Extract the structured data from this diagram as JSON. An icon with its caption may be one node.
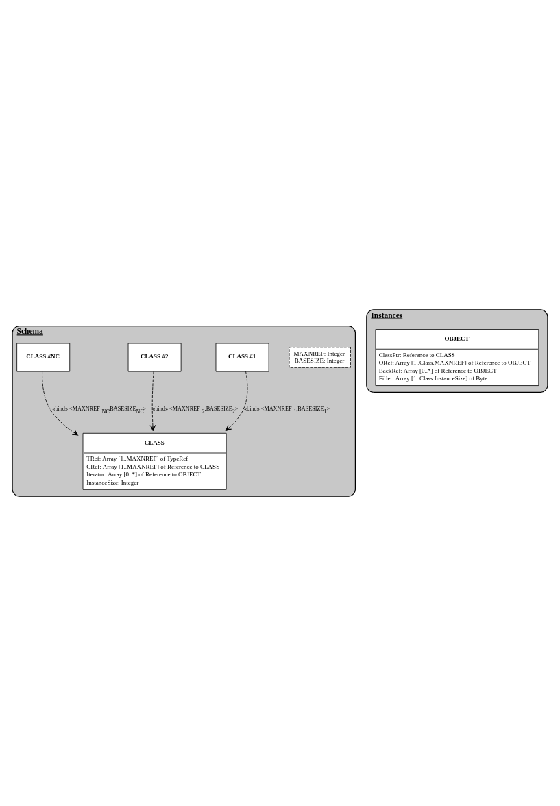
{
  "diagram": {
    "nodes": [
      {
        "text": [
          "Schema"
        ]
      },
      {
        "text": [
          "CLASS",
          "TRef: Array [1..MAXNREF] of TypeRef",
          "CRef: Array [1..MAXNREF] of Reference to CLASS",
          "Iterator: Array [0..*] of Reference to OBJECT",
          "InstanceSize: Integer"
        ],
        "in": 0
      },
      {
        "text": [
          "MAXNREF: Integer",
          "BASESIZE: Integer"
        ],
        "in": 0
      },
      {
        "text": [
          "CLASS #1"
        ],
        "in": 0
      },
      {
        "text": [
          "CLASS #2"
        ],
        "in": 0
      },
      {
        "text": [
          "CLASS #NC"
        ],
        "in": 0
      },
      {
        "text": [
          "Instances"
        ]
      },
      {
        "text": [
          "OBJECT",
          "ClassPtr: Reference to CLASS",
          "ORef: Array [1..Class.MAXNREF] of Reference to OBJECT",
          "BackRef: Array [0..*] of Reference to OBJECT",
          "Filler: Array [1..Class.InstanceSize] of Byte"
        ],
        "in": 6
      }
    ],
    "edges": [
      {
        "from": 3,
        "to": 1,
        "arrow": "to",
        "style": "dashed",
        "label": "«bind» <MAXNREF$_{1}$,BASESIZE$_{1}$>"
      },
      {
        "from": 4,
        "to": 1,
        "arrow": "to",
        "style": "dashed",
        "label": "«bind» <MAXNREF$_{2}$,BASESIZE$_{2}$>"
      },
      {
        "from": 5,
        "to": 1,
        "arrow": "to",
        "style": "dashed",
        "label": "«bind» <MAXNREF$_{NC}$,BASESIZE$_{NC}$>"
      }
    ]
  }
}
